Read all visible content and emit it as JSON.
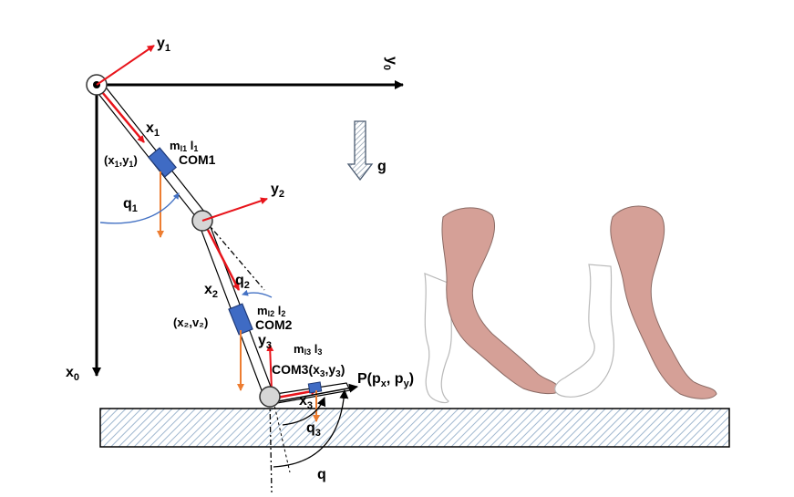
{
  "frames": {
    "base": {
      "x_label": "x",
      "x_sub": "0",
      "y_label": "y",
      "y_sub": "0"
    },
    "joint1": {
      "y_label": "y",
      "y_sub": "1",
      "x_label": "x",
      "x_sub": "1"
    },
    "joint2": {
      "y_label": "y",
      "y_sub": "2",
      "x_label": "x",
      "x_sub": "2"
    },
    "joint3": {
      "y_label": "y",
      "y_sub": "3",
      "x_label": "x",
      "x_sub": "3"
    }
  },
  "gravity": {
    "label": "g"
  },
  "links": [
    {
      "mass_label": "m",
      "mass_sub": "l1",
      "length_label": "l",
      "length_sub": "1",
      "com_label": "COM1",
      "coord_label": "(x",
      "coord_sub1": "1",
      "coord_mid": ",y",
      "coord_sub2": "1",
      "coord_end": ")"
    },
    {
      "mass_label": "m",
      "mass_sub": "l2",
      "length_label": "l",
      "length_sub": "2",
      "com_label": "COM2",
      "coord_text": "(x₂,v₂)"
    },
    {
      "mass_label": "m",
      "mass_sub": "l3",
      "length_label": "l",
      "length_sub": "3",
      "com_label": "COM3(x",
      "com_sub1": "3",
      "com_mid": ",y",
      "com_sub2": "3",
      "com_end": ")"
    }
  ],
  "angles": [
    {
      "label": "q",
      "sub": "1"
    },
    {
      "label": "q",
      "sub": "2"
    },
    {
      "label": "q",
      "sub": "3"
    },
    {
      "label": "q",
      "sub": ""
    }
  ],
  "endpoint": {
    "label": "P(p",
    "sub1": "x",
    "mid": ", p",
    "sub2": "y",
    "end": ")"
  },
  "colors": {
    "frame_axis": "#000000",
    "local_axis": "#e8141b",
    "gravity_force": "#ed7d31",
    "com_box": "#3f6bc4",
    "com_box_border": "#1f3a78",
    "angle_arc": "#4472c4",
    "gravity_arrow": "#7f8fa6",
    "ground_hatch": "#9fb7cf",
    "skin": "#d5a097"
  },
  "icons": [
    "joint-circle-icon",
    "gravity-arrow-icon",
    "walking-legs-illustration"
  ]
}
